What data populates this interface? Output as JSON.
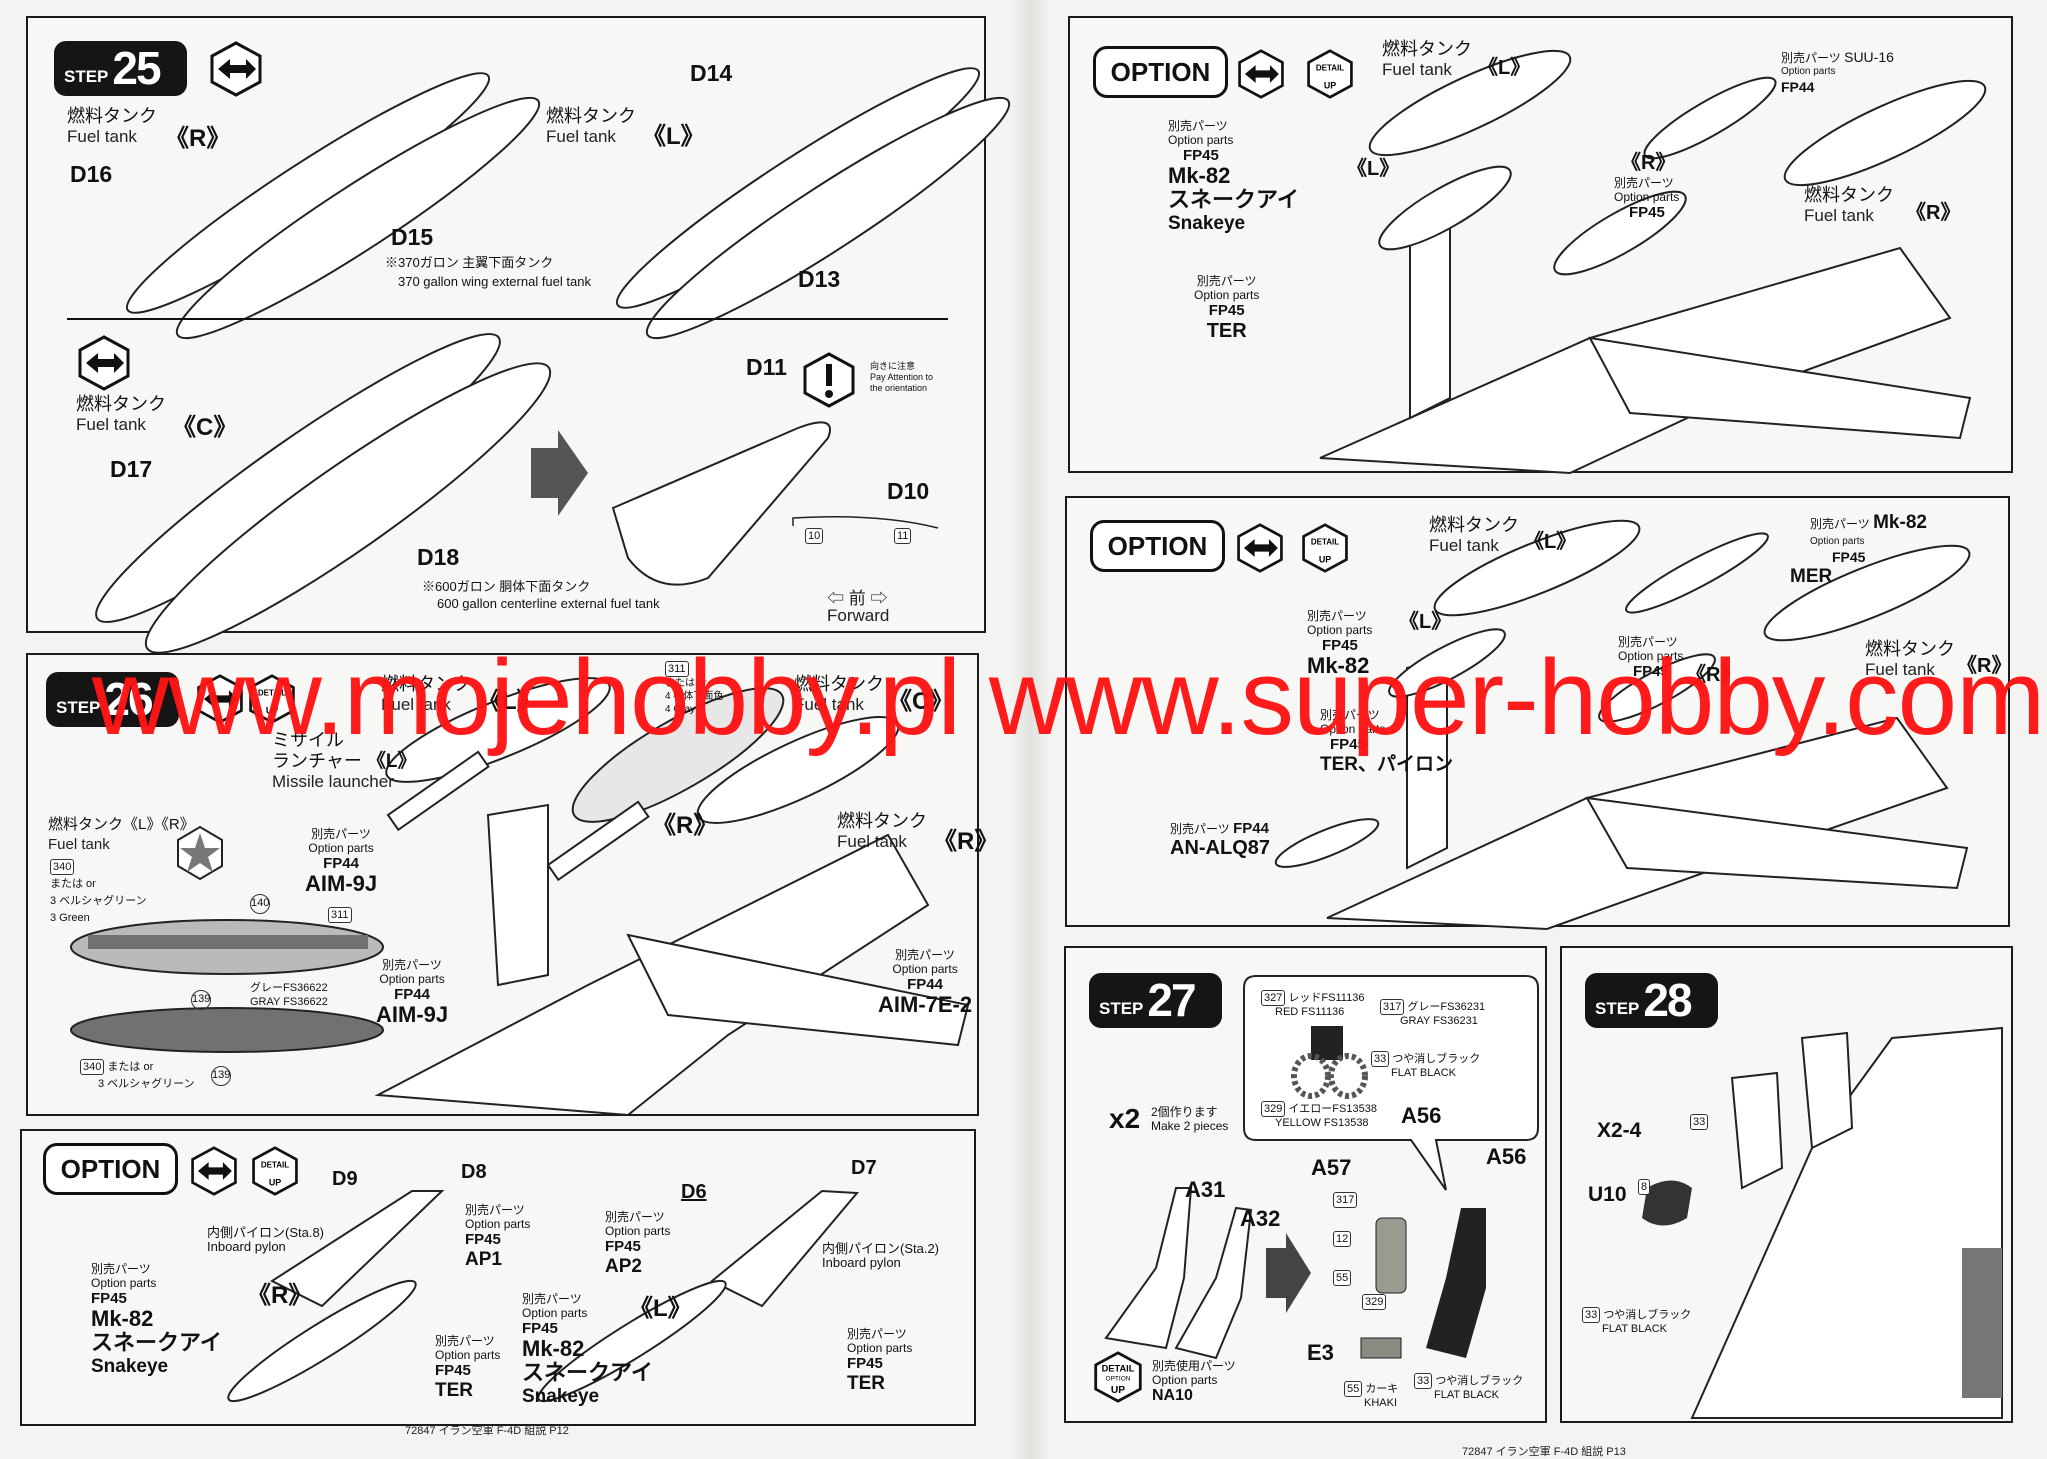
{
  "left_page": {
    "footer": "72847 イラン空軍 F-4D 組説 P12",
    "step25": {
      "badge_prefix": "STEP",
      "badge_number": "25",
      "tank_r": {
        "jp": "燃料タンク",
        "en": "Fuel tank",
        "side": "《R》"
      },
      "tank_l": {
        "jp": "燃料タンク",
        "en": "Fuel tank",
        "side": "《L》"
      },
      "tank_c": {
        "jp": "燃料タンク",
        "en": "Fuel tank",
        "side": "《C》"
      },
      "parts": {
        "d16": "D16",
        "d15": "D15",
        "d14": "D14",
        "d13": "D13",
        "d17": "D17",
        "d18": "D18",
        "d11": "D11",
        "d10": "D10"
      },
      "note_370_jp": "※370ガロン 主翼下面タンク",
      "note_370_en": "370 gallon wing external fuel tank",
      "note_600_jp": "※600ガロン 胴体下面タンク",
      "note_600_en": "600 gallon centerline external fuel tank",
      "attention": {
        "jp": "向きに注意",
        "en1": "Pay Attention to",
        "en2": "the orientation"
      },
      "slot_10": "10",
      "slot_11": "11",
      "forward_jp": "⇦ 前 ⇨",
      "forward_en": "Forward"
    },
    "step26": {
      "badge_prefix": "STEP",
      "badge_number": "26",
      "tank_l": {
        "jp": "燃料タンク",
        "en": "Fuel tank",
        "side": "《L》"
      },
      "tank_c": {
        "jp": "燃料タンク",
        "en": "Fuel tank",
        "side": "《C》"
      },
      "tank_c_paint": {
        "code": "311",
        "alt": "または or",
        "alt2": "4 機体下面色",
        "alt3": "4 Gray"
      },
      "launcher": {
        "jp1": "ミサイル",
        "jp2": "ランチャー",
        "side": "《L》",
        "en": "Missile launcher"
      },
      "tank_lr": {
        "jp": "燃料タンク《L》《R》",
        "en": "Fuel tank"
      },
      "paint_340": "340",
      "or": "または or",
      "persian_green": "3 ベルシャグリーン",
      "green_en": "3 Green",
      "decal_140": "140",
      "paint_311": "311",
      "decal_139": "139",
      "gray_jp": "グレーFS36622",
      "gray_en": "GRAY FS36622",
      "or2": "または or",
      "persian_green2": "3 ベルシャグリーン",
      "decal_139b": "139",
      "paint_340b": "340",
      "aim9j_a": {
        "jp": "別売パーツ",
        "en": "Option parts",
        "code": "FP44",
        "name": "AIM-9J"
      },
      "side_r": "《R》",
      "tank_r": {
        "jp": "燃料タンク",
        "en": "Fuel tank",
        "side": "《R》"
      },
      "aim9j_b": {
        "jp": "別売パーツ",
        "en": "Option parts",
        "code": "FP44",
        "name": "AIM-9J"
      },
      "aim7": {
        "jp": "別売パーツ",
        "en": "Option parts",
        "code": "FP44",
        "name": "AIM-7E-2"
      }
    },
    "option": {
      "badge": "OPTION",
      "d9": "D9",
      "d8": "D8",
      "d6": "D6",
      "d7": "D7",
      "pylon8": {
        "jp": "内側パイロン(Sta.8)",
        "en": "Inboard pylon"
      },
      "pylon2": {
        "jp": "内側パイロン(Sta.2)",
        "en": "Inboard pylon"
      },
      "ap1": {
        "jp": "別売パーツ",
        "en": "Option parts",
        "code": "FP45",
        "name": "AP1"
      },
      "ap2": {
        "jp": "別売パーツ",
        "en": "Option parts",
        "code": "FP45",
        "name": "AP2"
      },
      "mk82_r": {
        "jp": "別売パーツ",
        "en": "Option parts",
        "code": "FP45",
        "name": "Mk-82",
        "name_jp": "スネークアイ",
        "name_en": "Snakeye",
        "side": "《R》"
      },
      "mk82_l": {
        "jp": "別売パーツ",
        "en": "Option parts",
        "code": "FP45",
        "name": "Mk-82",
        "name_jp": "スネークアイ",
        "name_en": "Snakeye",
        "side": "《L》"
      },
      "ter_a": {
        "jp": "別売パーツ",
        "en": "Option parts",
        "code": "FP45",
        "name": "TER"
      },
      "ter_b": {
        "jp": "別売パーツ",
        "en": "Option parts",
        "code": "FP45",
        "name": "TER"
      }
    }
  },
  "right_page": {
    "footer": "72847 イラン空軍 F-4D 組説 P13",
    "option1": {
      "badge": "OPTION",
      "tank_l": {
        "jp": "燃料タンク",
        "en": "Fuel tank",
        "side": "《L》"
      },
      "suu16": {
        "jp": "別売パーツ",
        "name": "SUU-16",
        "en": "Option parts",
        "code": "FP44"
      },
      "mk82": {
        "jp": "別売パーツ",
        "en": "Option parts",
        "code": "FP45",
        "name": "Mk-82",
        "name_jp": "スネークアイ",
        "name_en": "Snakeye"
      },
      "side_l": "《L》",
      "side_r": "《R》",
      "fp45": {
        "jp": "別売パーツ",
        "en": "Option parts",
        "code": "FP45"
      },
      "tank_r": {
        "jp": "燃料タンク",
        "en": "Fuel tank",
        "side": "《R》"
      },
      "ter": {
        "jp": "別売パーツ",
        "en": "Option parts",
        "code": "FP45",
        "name": "TER"
      }
    },
    "option2": {
      "badge": "OPTION",
      "tank_l": {
        "jp": "燃料タンク",
        "en": "Fuel tank",
        "side": "《L》"
      },
      "mer": {
        "jp": "別売パーツ",
        "en": "Option parts",
        "code": "FP45",
        "name": "Mk-82",
        "name2": "MER"
      },
      "mk82_l": {
        "jp": "別売パーツ",
        "en": "Option parts",
        "code": "FP45",
        "name": "Mk-82",
        "side": "《L》"
      },
      "fp45_r": {
        "jp": "別売パーツ",
        "en": "Option parts",
        "code": "FP45",
        "side": "《R》"
      },
      "tank_r": {
        "jp": "燃料タンク",
        "en": "Fuel tank",
        "side": "《R》"
      },
      "ter_pylon": {
        "jp": "別売パーツ",
        "en": "Option parts",
        "code": "FP45",
        "name": "TER、パイロン"
      },
      "alq87": {
        "jp": "別売パーツ",
        "code": "FP44",
        "name": "AN-ALQ87"
      }
    },
    "step27": {
      "badge_prefix": "STEP",
      "badge_number": "27",
      "red": {
        "code": "327",
        "jp": "レッドFS11136",
        "en": "RED FS11136"
      },
      "gray": {
        "code": "317",
        "jp": "グレーFS36231",
        "en": "GRAY FS36231"
      },
      "black": {
        "code": "33",
        "jp": "つや消しブラック",
        "en": "FLAT BLACK"
      },
      "yellow": {
        "code": "329",
        "jp": "イエローFS13538",
        "en": "YELLOW FS13538"
      },
      "a56_callout": "A56",
      "x2": "x2",
      "x2_jp": "2個作ります",
      "x2_en": "Make 2 pieces",
      "a31": "A31",
      "a32": "A32",
      "a57": "A57",
      "a56": "A56",
      "e3": "E3",
      "tile_317": "317",
      "tile_12": "12",
      "tile_55": "55",
      "tile_329": "329",
      "khaki": {
        "code": "55",
        "jp": "カーキ",
        "en": "KHAKI"
      },
      "flat_black": {
        "code": "33",
        "jp": "つや消しブラック",
        "en": "FLAT BLACK"
      },
      "detail_option": {
        "jp": "別売使用パーツ",
        "en": "Option parts",
        "code": "NA10"
      }
    },
    "step28": {
      "badge_prefix": "STEP",
      "badge_number": "28",
      "x2_4": "X2-4",
      "tile_33": "33",
      "u10": "U10",
      "tile_8": "8",
      "flat_black": {
        "code": "33",
        "jp": "つや消しブラック",
        "en": "FLAT BLACK"
      }
    }
  },
  "icons": {
    "hex_flip": "flip-side-icon",
    "hex_detail": "detail-option-up-icon",
    "hex_attention": "attention-icon"
  },
  "watermark": "www.mojehobby.pl www.super-hobby.com",
  "colors": {
    "watermark": "#ff1414",
    "badge": "#151515",
    "persian_green": "#6f726f",
    "gray_fs36622": "#b9bbb8"
  }
}
